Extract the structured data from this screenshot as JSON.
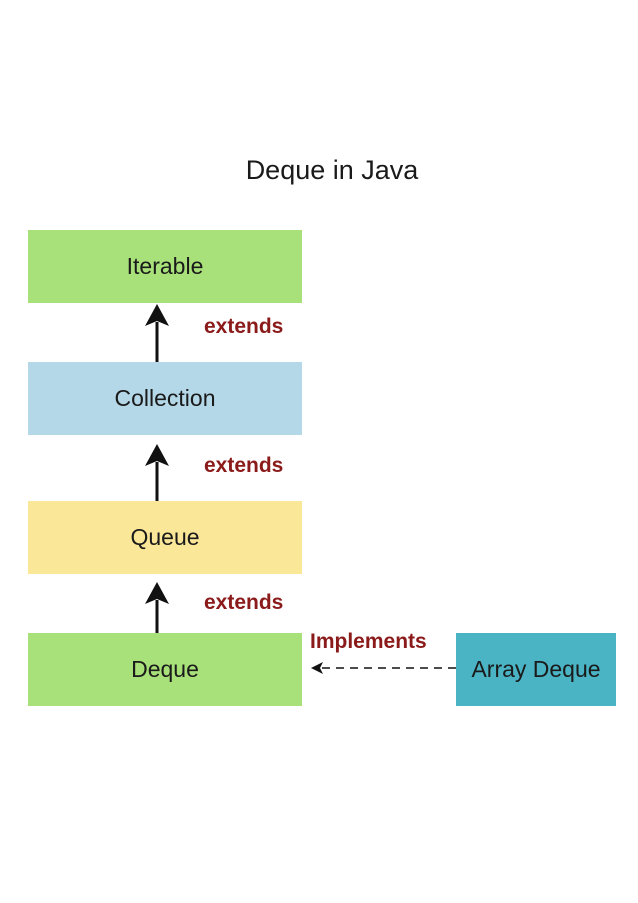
{
  "title": "Deque in Java",
  "nodes": {
    "iterable": {
      "label": "Iterable",
      "color": "#a8e07a"
    },
    "collection": {
      "label": "Collection",
      "color": "#b4d8e8"
    },
    "queue": {
      "label": "Queue",
      "color": "#fbe798"
    },
    "deque": {
      "label": "Deque",
      "color": "#a8e07a"
    },
    "array_deque": {
      "label": "Array Deque",
      "color": "#4ab3c4"
    }
  },
  "edges": {
    "collection_to_iterable": "extends",
    "queue_to_collection": "extends",
    "deque_to_queue": "extends",
    "array_deque_to_deque": "Implements"
  },
  "colors": {
    "relation_label": "#8b1a1a",
    "arrow": "#111111"
  }
}
